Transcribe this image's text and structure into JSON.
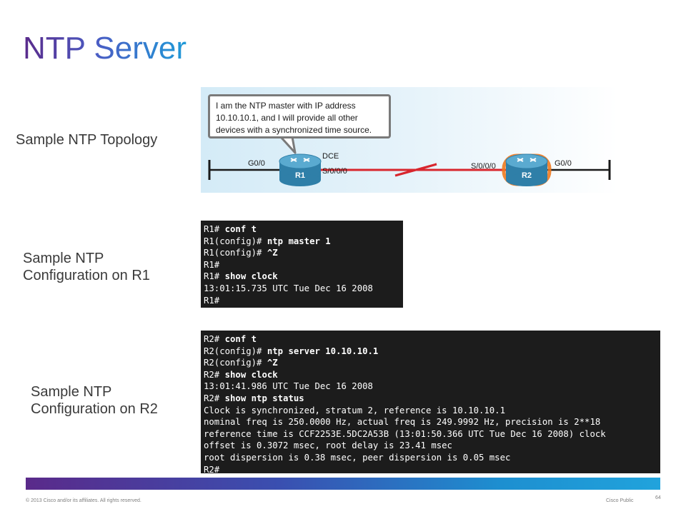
{
  "slide": {
    "title": "NTP Server"
  },
  "labels": {
    "topology": "Sample NTP Topology",
    "r1_config": [
      "Sample NTP",
      "Configuration on R1"
    ],
    "r2_config": [
      "Sample NTP",
      "Configuration on R2"
    ]
  },
  "topology": {
    "callout_lines": [
      "I am the NTP master with IP address",
      "10.10.10.1, and I will provide all other",
      "devices with a synchronized time source."
    ],
    "r1_name": "R1",
    "r2_name": "R2",
    "r1_left_iface": "G0/0",
    "r1_dce": "DCE",
    "r1_serial": "S/0/0/0",
    "r2_serial": "S/0/0/0",
    "r2_right_iface": "G0/0",
    "r2_highlight_color": "#f07a20"
  },
  "r1_terminal": [
    {
      "prompt": "R1# ",
      "cmd": "conf t"
    },
    {
      "prompt": "R1(config)# ",
      "cmd": "ntp master 1"
    },
    {
      "prompt": "R1(config)# ",
      "cmd": "^Z"
    },
    {
      "prompt": "R1#",
      "cmd": ""
    },
    {
      "prompt": "R1# ",
      "cmd": "show clock"
    },
    {
      "prompt": "13:01:15.735 UTC Tue Dec 16 2008",
      "cmd": ""
    },
    {
      "prompt": "R1#",
      "cmd": ""
    }
  ],
  "r2_terminal": [
    {
      "prompt": "R2# ",
      "cmd": "conf t"
    },
    {
      "prompt": "R2(config)# ",
      "cmd": "ntp server 10.10.10.1"
    },
    {
      "prompt": "R2(config)# ",
      "cmd": "^Z"
    },
    {
      "prompt": "R2# ",
      "cmd": "show clock"
    },
    {
      "prompt": "13:01:41.986 UTC Tue Dec 16 2008",
      "cmd": ""
    },
    {
      "prompt": "R2# ",
      "cmd": "show ntp status"
    },
    {
      "prompt": "Clock is synchronized, stratum 2, reference is 10.10.10.1",
      "cmd": ""
    },
    {
      "prompt": "nominal freq is 250.0000 Hz, actual freq is 249.9992 Hz, precision is 2**18",
      "cmd": ""
    },
    {
      "prompt": "reference time is CCF2253E.5DC2A53B (13:01:50.366 UTC Tue Dec 16 2008) clock",
      "cmd": ""
    },
    {
      "prompt": "offset is 0.3072 msec, root delay is 23.41 msec",
      "cmd": ""
    },
    {
      "prompt": "root dispersion is 0.38 msec, peer dispersion is 0.05 msec",
      "cmd": ""
    },
    {
      "prompt": "R2#",
      "cmd": ""
    }
  ],
  "footer": {
    "copyright": "© 2013 Cisco and/or its affiliates. All rights reserved.",
    "classification": "Cisco Public",
    "page_number": "64"
  }
}
